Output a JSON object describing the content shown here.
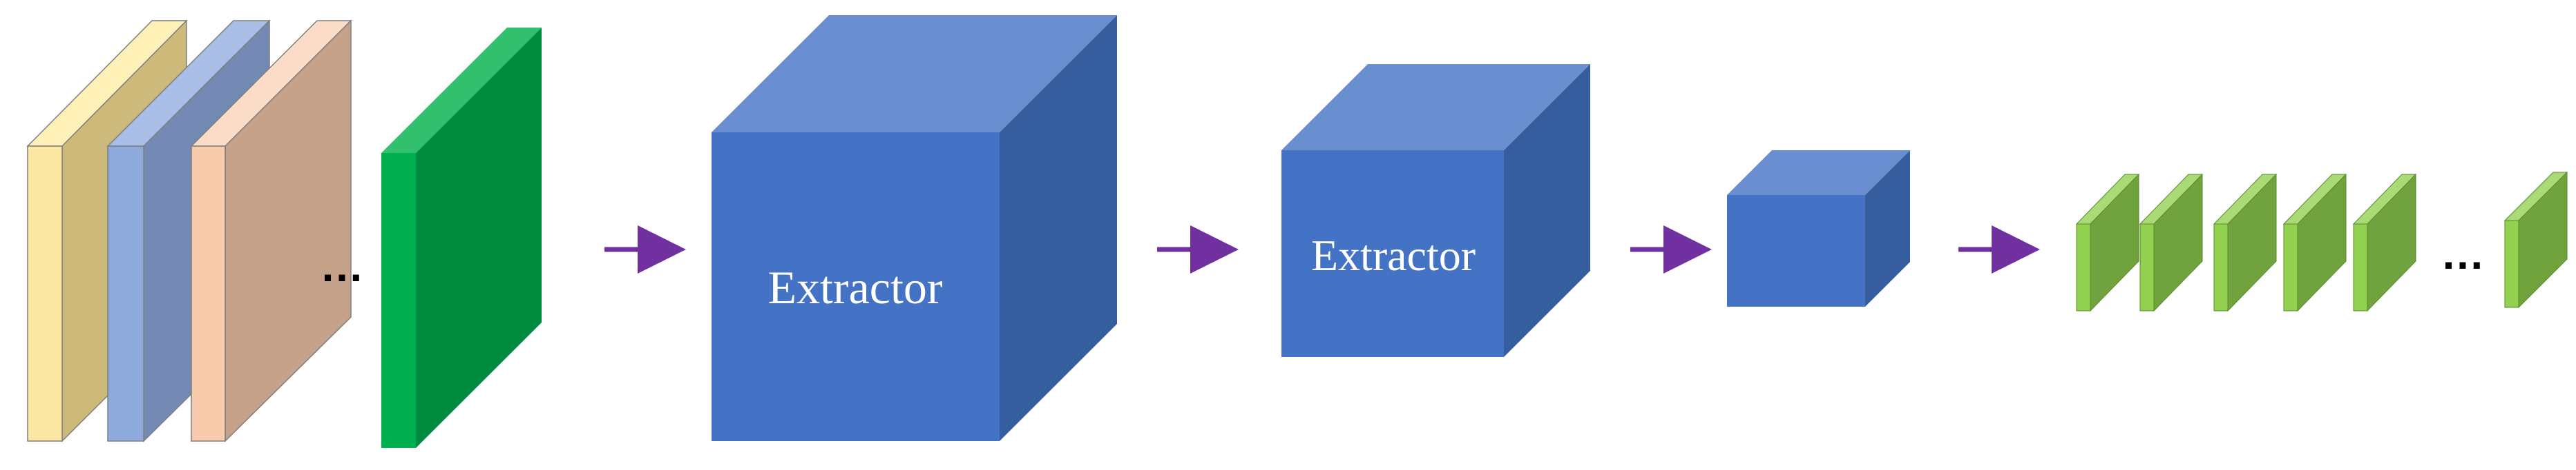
{
  "diagram": {
    "blocks": [
      {
        "id": "extractor-1",
        "label": "Extractor"
      },
      {
        "id": "extractor-2",
        "label": "Extractor"
      },
      {
        "id": "block-3",
        "label": ""
      }
    ],
    "ellipsis_input": "…",
    "ellipsis_output": "…"
  },
  "colors": {
    "background": "#ffffff",
    "layer_yellow_front": "#FBE6A2",
    "layer_yellow_side": "#CDB97A",
    "layer_blue_front": "#8EA9DB",
    "layer_blue_side": "#7489B3",
    "layer_peach_front": "#F8CBAD",
    "layer_peach_side": "#C7A28A",
    "layer_green_front": "#00B050",
    "layer_green_side": "#008C3E",
    "layer_green_top": "#33C06E",
    "cube_front": "#4472C4",
    "cube_top": "#6A8ED0",
    "cube_side": "#365E9F",
    "arrow": "#7030A0",
    "output_front": "#92D050",
    "output_side": "#70A33E",
    "output_top": "#A9DA75"
  }
}
